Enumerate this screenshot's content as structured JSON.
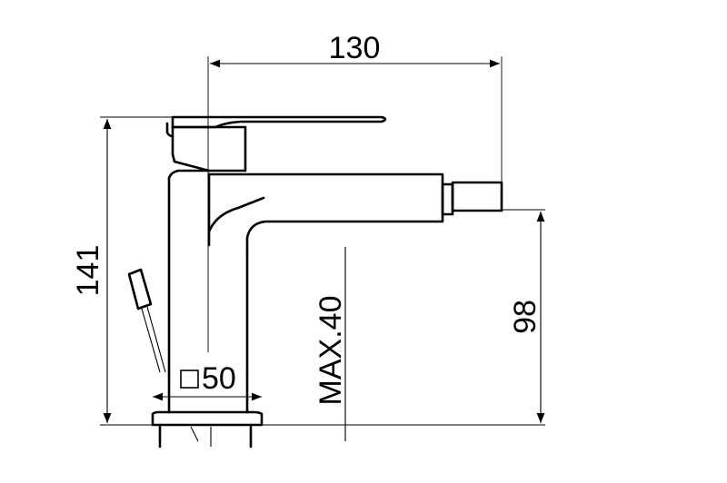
{
  "dimensions": {
    "total_width": "130",
    "total_height": "141",
    "spout_height": "98",
    "max_thickness": "MAX.40",
    "base_size": "50"
  },
  "symbols": {
    "base_shape": "square-icon"
  }
}
